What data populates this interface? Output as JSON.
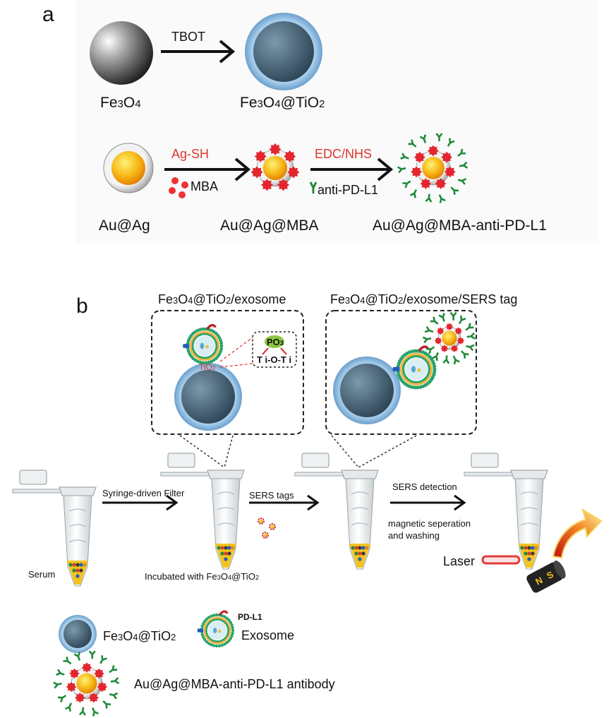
{
  "panel_a": {
    "letter": "a",
    "row1": {
      "core_label": "Fe3O4",
      "arrow_label": "TBOT",
      "product_label": "Fe3O4@TiO2"
    },
    "row2": {
      "core_label": "Au@Ag",
      "arrow1_top": "Ag-SH",
      "arrow1_bottom": "MBA",
      "product1_label": "Au@Ag@MBA",
      "arrow2_top": "EDC/NHS",
      "arrow2_bottom": "anti-PD-L1",
      "product2_label": "Au@Ag@MBA-anti-PD-L1"
    }
  },
  "panel_b": {
    "letter": "b",
    "inset1_title": "Fe3O4@TiO2/exosome",
    "inset1_group": "PO3",
    "inset1_bond": "T i-O-T i",
    "inset1_tio2": "TiO2",
    "inset2_title": "Fe3O4@TiO2/exosome/SERS tag",
    "steps": {
      "serum": "Serum",
      "filter": "Syringe-driven Filter",
      "incubated": "Incubated with Fe3O4@TiO2",
      "sers_tags": "SERS tags",
      "sers_detection": "SERS detection",
      "separation_line1": "magnetic seperation",
      "separation_line2": "and washing",
      "laser": "Laser",
      "magnet_n": "N",
      "magnet_s": "S"
    },
    "legend": {
      "fe3o4_tio2": "Fe3O4@TiO2",
      "pdl1": "PD-L1",
      "exosome": "Exosome",
      "sers_tag": "Au@Ag@MBA-anti-PD-L1 antibody"
    }
  }
}
